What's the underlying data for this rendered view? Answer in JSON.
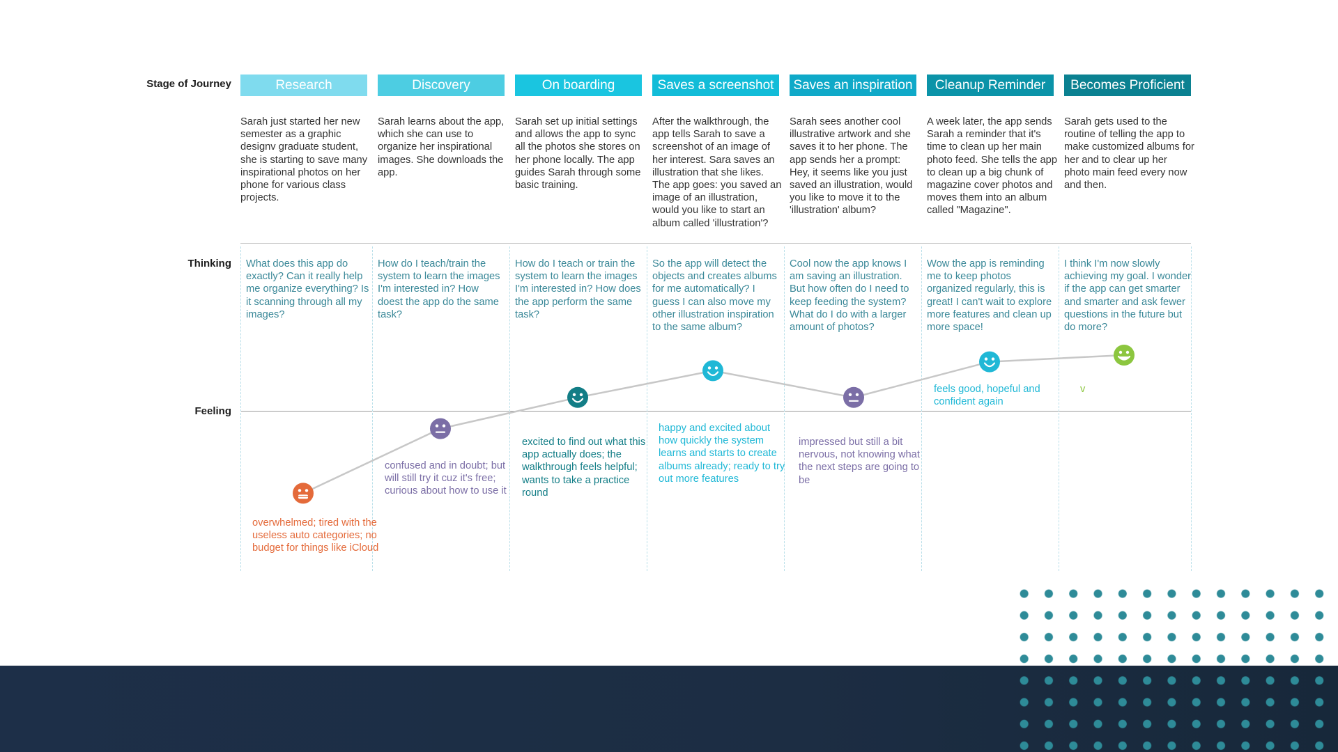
{
  "rows": {
    "stage_label": "Stage of Journey",
    "thinking_label": "Thinking",
    "feeling_label": "Feeling"
  },
  "stages": [
    {
      "title": "Research",
      "color": "#7fdbee",
      "description": "Sarah just started her new semester as a graphic designv graduate student, she is starting to save many inspirational photos on her phone for various class projects.",
      "thinking": "What does this app do exactly? Can it really help me organize everything? Is it scanning through all my images?",
      "thinking_color": "#3a8898",
      "feeling": "overwhelmed; tired with the useless auto categories; no budget for things like iCloud",
      "feeling_color": "#e46a3a",
      "emotion_icon": "grimace-face-icon",
      "emotion_level": -0.37
    },
    {
      "title": "Discovery",
      "color": "#4dcde2",
      "description": "Sarah learns about the app, which she can use to organize her inspirational images. She downloads the app.",
      "thinking": "How do I teach/train the system to learn the images I'm interested in? How doest the app do the same task?",
      "thinking_color": "#3a8898",
      "feeling": "confused and in doubt; but will still try it cuz it's free; curious about how to use it",
      "feeling_color": "#7b6ea6",
      "emotion_icon": "neutral-face-icon",
      "emotion_level": -0.08
    },
    {
      "title": "On boarding",
      "color": "#1ac5e0",
      "description": "Sarah set up initial settings and allows the app to sync all the photos she stores on her phone locally. The app guides Sarah through some basic training.",
      "thinking": "How do I teach or train the system to learn the images I'm interested in? How does the app perform the same task?",
      "thinking_color": "#3a8898",
      "feeling": "excited to find out what this app actually does; the walkthrough feels helpful; wants to take a practice round",
      "feeling_color": "#127d86",
      "emotion_icon": "smiley-face-icon",
      "emotion_level": 0.06
    },
    {
      "title": "Saves a screenshot",
      "color": "#12bcd8",
      "description": "After the walkthrough, the app tells Sarah to save a screenshot of an image of her interest. Sara saves an illustration that she likes. The app goes: you saved an image of an illustration, would you like to start an album called 'illustration'?",
      "thinking": "So the app will detect the objects and creates albums for me automatically? I guess I can also move my other illustration inspiration to the same album?",
      "thinking_color": "#3a8898",
      "feeling": "happy and excited about how quickly the system learns and starts to create albums already; ready to try out more features",
      "feeling_color": "#20b8d6",
      "emotion_icon": "smiley-face-icon",
      "emotion_level": 0.18
    },
    {
      "title": "Saves an inspiration",
      "color": "#0fa9c8",
      "description": "Sarah sees another cool illustrative artwork and she saves it to her phone. The app sends her a prompt: Hey, it seems like you just saved an illustration, would you like to move it to the 'illustration' album?",
      "thinking": "Cool now the app knows I am saving an illustration. But how often do I need to keep feeding the system? What do I do with a larger amount of photos?",
      "thinking_color": "#3a8898",
      "feeling": "impressed but still a bit nervous, not knowing what the next steps are going to be",
      "feeling_color": "#7b6ea6",
      "emotion_icon": "neutral-face-icon",
      "emotion_level": 0.06
    },
    {
      "title": "Cleanup Reminder",
      "color": "#0b93a8",
      "description": "A week later, the app sends Sarah a reminder that it's time to clean up her main photo feed. She tells the app to clean up a big chunk of magazine cover photos and moves them into an album called \"Magazine\".",
      "thinking": "Wow the app is reminding me to keep photos organized regularly, this is great! I can't wait to explore more features and clean up more space!",
      "thinking_color": "#3a8898",
      "feeling": "feels good, hopeful and confident again",
      "feeling_color": "#20b8d6",
      "emotion_icon": "smiley-face-icon",
      "emotion_level": 0.22
    },
    {
      "title": "Becomes Proficient",
      "color": "#0b8191",
      "description": "Sarah gets used to the routine of telling the app to make customized albums for her and to clear up her photo main feed every now and then.",
      "thinking": "I think I'm now slowly achieving my goal. I wonder if the app can get smarter and smarter and ask fewer questions in the future but do more?",
      "thinking_color": "#3a8898",
      "feeling": "v",
      "feeling_color": "#8cc63f",
      "emotion_icon": "happy-face-icon",
      "emotion_level": 0.25
    }
  ],
  "chart_data": {
    "type": "line",
    "categories": [
      "Research",
      "Discovery",
      "On boarding",
      "Saves a screenshot",
      "Saves an inspiration",
      "Cleanup Reminder",
      "Becomes Proficient"
    ],
    "series": [
      {
        "values": [
          -0.37,
          -0.08,
          0.06,
          0.18,
          0.06,
          0.22,
          0.25
        ]
      }
    ],
    "baseline": 0,
    "marker_colors": [
      "#e46a3a",
      "#7b6ea6",
      "#127d86",
      "#20b8d6",
      "#7b6ea6",
      "#20b8d6",
      "#8cc63f"
    ],
    "line_color": "#c7c7c7"
  },
  "colors": {
    "grid_line": "#c9c9c9",
    "dashed_divider": "#b9dfe9",
    "footer": "#1c2d43",
    "dots": "#2e8b98"
  }
}
